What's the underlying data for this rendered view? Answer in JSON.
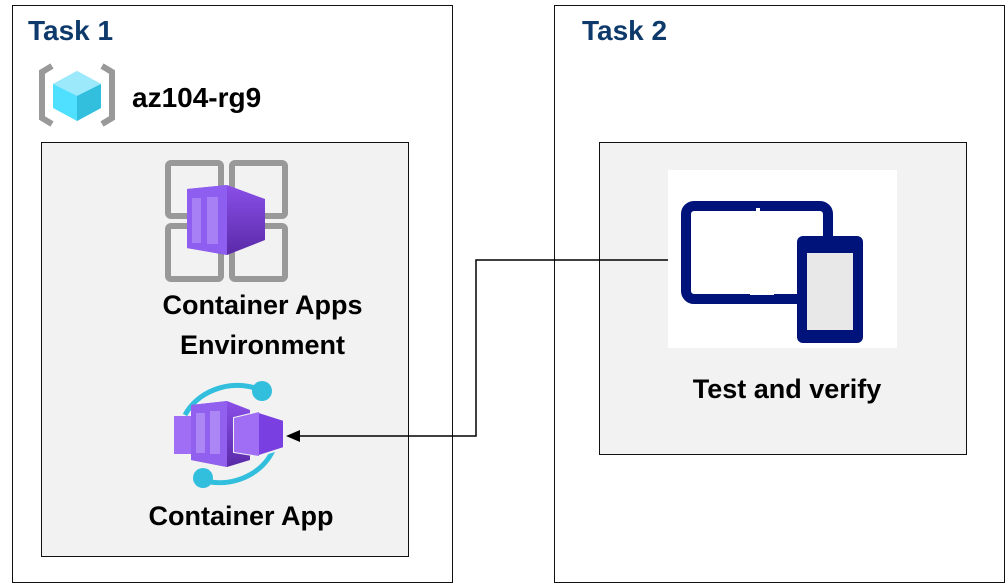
{
  "task1": {
    "title": "Task 1",
    "resource_group": {
      "name": "az104-rg9",
      "icon": "resource-group-icon"
    },
    "environment": {
      "label_line1": "Container Apps",
      "label_line2": "Environment",
      "icon": "container-apps-environment-icon"
    },
    "app": {
      "label": "Container App",
      "icon": "container-app-icon"
    }
  },
  "task2": {
    "title": "Task 2",
    "test": {
      "label": "Test and verify",
      "icon": "devices-icon"
    }
  },
  "colors": {
    "title": "#0e3a6b",
    "purple": "#773adc",
    "cyan": "#32bedd",
    "navy": "#00137a",
    "panel": "#f2f2f2"
  }
}
